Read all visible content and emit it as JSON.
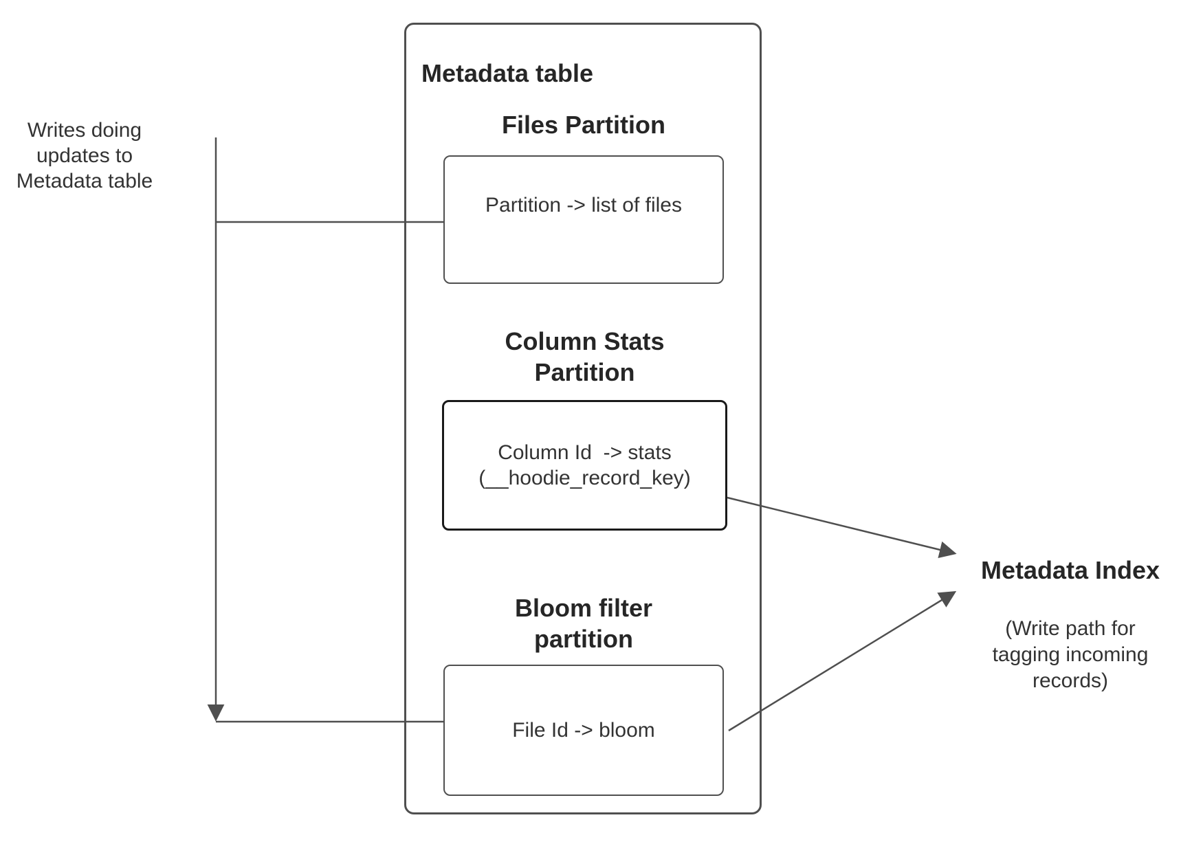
{
  "colors": {
    "background": "#ffffff",
    "line": "#4f4f4f",
    "emphasis_border": "#191919",
    "text": "#333333",
    "heading_text": "#262626"
  },
  "side_note": {
    "line1": "Writes doing",
    "line2": "updates to",
    "line3": "Metadata table"
  },
  "metadata_table": {
    "title": "Metadata table",
    "files_partition": {
      "heading": "Files Partition",
      "box_text": "Partition -> list of files"
    },
    "column_stats_partition": {
      "heading_line1": "Column Stats",
      "heading_line2": "Partition",
      "box_line1": "Column Id  -> stats",
      "box_line2": "(__hoodie_record_key)"
    },
    "bloom_filter_partition": {
      "heading_line1": "Bloom filter",
      "heading_line2": "partition",
      "box_text": "File Id -> bloom"
    }
  },
  "metadata_index": {
    "title": "Metadata Index",
    "subtitle_line1": "(Write path for",
    "subtitle_line2": "tagging incoming",
    "subtitle_line3": "records)"
  }
}
